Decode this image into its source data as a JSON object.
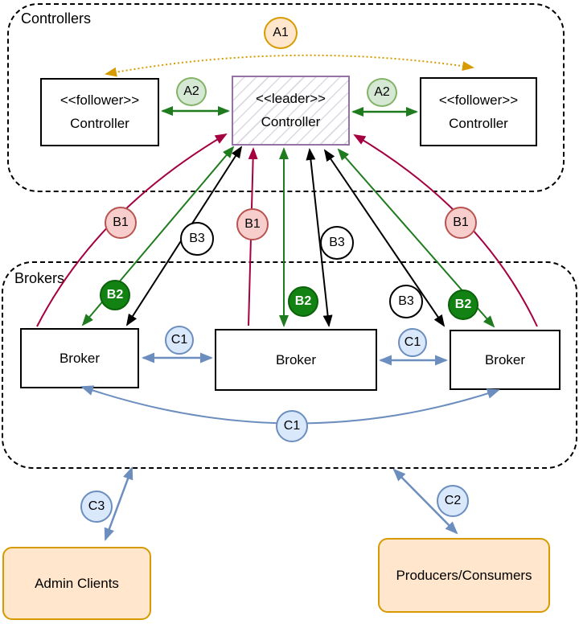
{
  "containers": {
    "controllers": "Controllers",
    "brokers": "Brokers"
  },
  "boxes": {
    "follower_left": {
      "stereotype": "<<follower>>",
      "name": "Controller"
    },
    "leader": {
      "stereotype": "<<leader>>",
      "name": "Controller"
    },
    "follower_right": {
      "stereotype": "<<follower>>",
      "name": "Controller"
    },
    "broker_left": {
      "name": "Broker"
    },
    "broker_middle": {
      "name": "Broker"
    },
    "broker_right": {
      "name": "Broker"
    },
    "admin_clients": {
      "name": "Admin Clients"
    },
    "producers_consumers": {
      "name": "Producers/Consumers"
    }
  },
  "badges": {
    "a1": "A1",
    "a2": "A2",
    "b1": "B1",
    "b2": "B2",
    "b3": "B3",
    "c1": "C1",
    "c2": "C2",
    "c3": "C3"
  },
  "colors": {
    "a_fill": "#ffe6cc",
    "a_border": "#d79b00",
    "a2_fill": "#d5e8d4",
    "a2_border": "#82b366",
    "b1_fill": "#f8cecc",
    "b1_border": "#b85450",
    "b2_fill": "#128212",
    "b3_fill": "#ffffff",
    "c_fill": "#dae8fc",
    "c_border": "#6c8ebf",
    "arrow_orange": "#d79b00",
    "arrow_green": "#1e7b1e",
    "arrow_crimson": "#a50040",
    "arrow_black": "#000000",
    "arrow_blue": "#6c8ebf",
    "leader_border": "#9673a6",
    "client_fill": "#ffe6cc",
    "client_border": "#d79b00"
  }
}
